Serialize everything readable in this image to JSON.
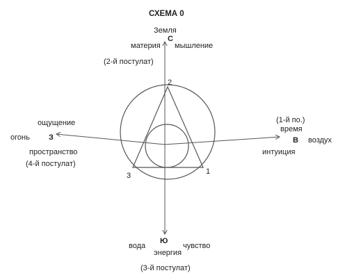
{
  "title": "СХЕМА 0",
  "north": {
    "letter": "С",
    "element": "Земля",
    "left_label": "материя",
    "right_label": "мышление",
    "postulate": "(2-й постулат)"
  },
  "east": {
    "letter": "В",
    "element": "воздух",
    "upper_label": "(1-й по.)",
    "upper_label2": "время",
    "lower_label": "интуиция"
  },
  "south": {
    "letter": "Ю",
    "element": "вода",
    "right_label": "чувство",
    "lower_label": "энергия",
    "postulate": "(3-й постулат)"
  },
  "west": {
    "letter": "З",
    "element": "огонь",
    "upper_label": "ощущение",
    "lower_label": "пространство",
    "postulate": "(4-й постулат)"
  },
  "vertices": {
    "top": "2",
    "bottom_left": "3",
    "bottom_right": "1"
  },
  "colors": {
    "stroke": "#555555",
    "text": "#222222",
    "background": "#ffffff"
  }
}
